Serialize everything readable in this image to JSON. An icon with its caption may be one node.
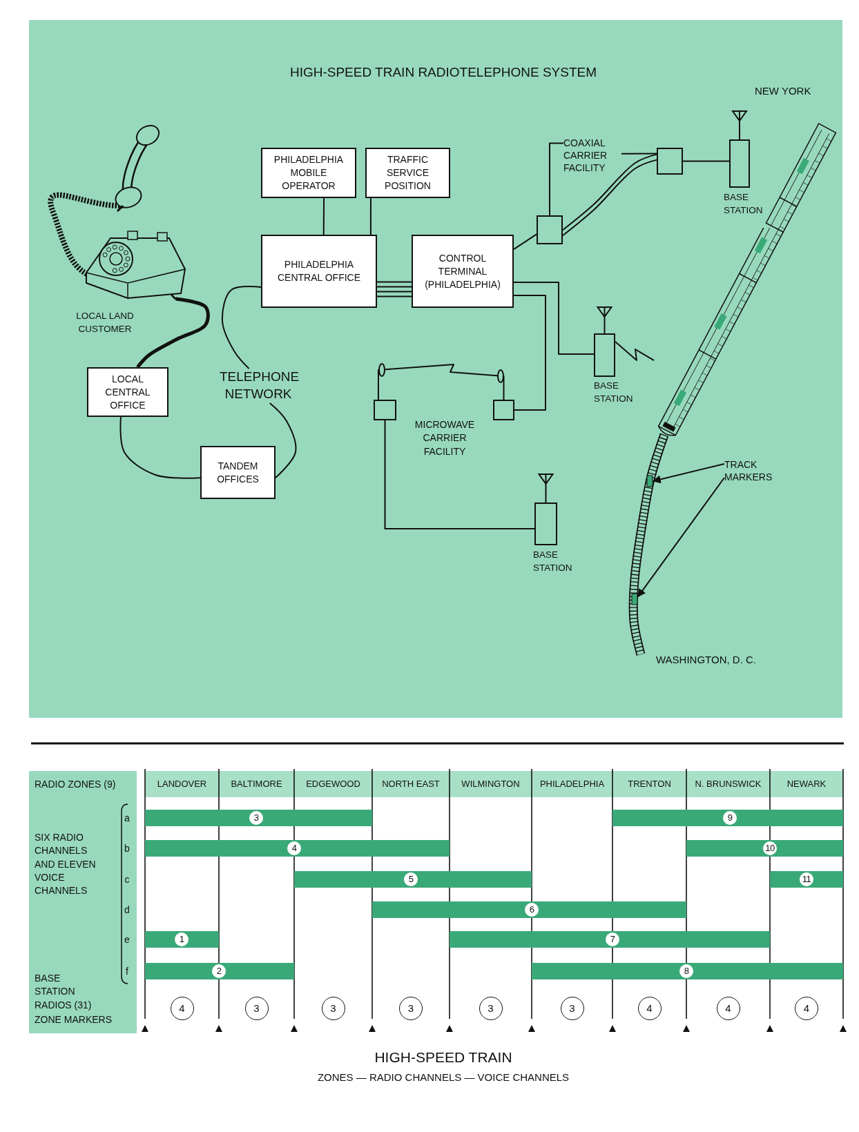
{
  "diagram": {
    "title": "HIGH-SPEED TRAIN RADIOTELEPHONE SYSTEM",
    "caption": "HIGH-SPEED TRAIN",
    "nodes": [
      {
        "text": [],
        "shape": "picture",
        "beside": [
          "LOCAL LAND CUSTOMER"
        ]
      },
      {
        "text": [
          "PHILADELPHIA MOBILE OPERATOR"
        ]
      },
      {
        "text": [
          "TRAFFIC SERVICE POSITION"
        ]
      },
      {
        "text": [
          "PHILADELPHIA CENTRAL OFFICE"
        ]
      },
      {
        "text": [
          "CONTROL TERMINAL (PHILADELPHIA)"
        ]
      },
      {
        "text": [
          "COAXIAL CARRIER FACILITY"
        ]
      },
      {
        "text": [],
        "shape": "box"
      },
      {
        "text": [],
        "shape": "box"
      },
      {
        "text": [],
        "shape": "box",
        "beside": [
          "BASE STATION"
        ]
      },
      {
        "text": [],
        "shape": "picture"
      },
      {
        "text": [
          "LOCAL CENTRAL OFFICE"
        ]
      },
      {
        "text": [
          "TELEPHONE NETWORK"
        ]
      },
      {
        "text": [],
        "shape": "box",
        "beside": [
          "BASE STATION"
        ]
      },
      {
        "text": [],
        "shape": "box"
      },
      {
        "text": [],
        "shape": "box"
      },
      {
        "text": [
          "TANDEM OFFICES"
        ]
      },
      {
        "text": [
          "TRACK MARKERS"
        ]
      },
      {
        "text": [],
        "shape": "box"
      },
      {
        "text": [],
        "shape": "box",
        "beside": [
          "BASE STATION"
        ]
      },
      {
        "text": [],
        "shape": "box"
      },
      {
        "text": [
          "3"
        ]
      },
      {
        "text": [
          "9"
        ]
      },
      {
        "text": [
          "4"
        ]
      },
      {
        "text": [
          "10"
        ]
      },
      {
        "text": [
          "5"
        ]
      },
      {
        "text": [
          "11"
        ]
      },
      {
        "text": [
          "6"
        ]
      },
      {
        "text": [
          "1"
        ]
      },
      {
        "text": [
          "7"
        ]
      },
      {
        "text": [
          "2"
        ]
      },
      {
        "text": [
          "8"
        ]
      },
      {
        "text": [
          "4"
        ]
      },
      {
        "text": [
          "3"
        ]
      },
      {
        "text": [
          "3"
        ]
      },
      {
        "text": [
          "3"
        ]
      },
      {
        "text": [
          "3"
        ]
      },
      {
        "text": [
          "3"
        ]
      },
      {
        "text": [
          "4"
        ]
      },
      {
        "text": [
          "4"
        ]
      },
      {
        "text": [
          "4"
        ]
      }
    ],
    "edges": [
      {
        "from": 0,
        "to": 10,
        "arrow": "none",
        "style": "thick"
      },
      {
        "from": 1,
        "to": 3,
        "arrow": "none"
      },
      {
        "from": 2,
        "to": 3,
        "arrow": "none"
      },
      {
        "from": 3,
        "to": 4,
        "arrow": "none"
      },
      {
        "from": 3,
        "to": 11,
        "arrow": "none"
      },
      {
        "from": 11,
        "to": 15,
        "arrow": "none"
      },
      {
        "from": 10,
        "to": 15,
        "arrow": "none"
      },
      {
        "from": 4,
        "to": 6,
        "arrow": "none"
      },
      {
        "from": 6,
        "to": 7,
        "arrow": "none"
      },
      {
        "from": 5,
        "to": 6,
        "arrow": "none"
      },
      {
        "from": 5,
        "to": 7,
        "arrow": "none"
      },
      {
        "from": 7,
        "to": 8,
        "arrow": "none"
      },
      {
        "from": 4,
        "to": 12,
        "arrow": "none"
      },
      {
        "from": 12,
        "to": 9,
        "arrow": "none"
      },
      {
        "from": 4,
        "to": 14,
        "arrow": "none"
      },
      {
        "from": 14,
        "to": 13,
        "arrow": "none"
      },
      {
        "from": 13,
        "to": 18,
        "arrow": "none"
      },
      {
        "from": 16,
        "to": 17,
        "arrow": "to"
      },
      {
        "from": 16,
        "to": 19,
        "arrow": "to"
      }
    ],
    "labels": [
      "NEW YORK",
      "MICROWAVE CARRIER FACILITY",
      "WASHINGTON, D. C.",
      "RADIO ZONES (9)",
      "LANDOVER",
      "BALTIMORE",
      "EDGEWOOD",
      "NORTH EAST",
      "WILMINGTON",
      "PHILADELPHIA",
      "TRENTON",
      "N. BRUNSWICK",
      "NEWARK",
      "SIX RADIO CHANNELS AND ELEVEN VOICE CHANNELS",
      "a",
      "b",
      "c",
      "d",
      "e",
      "f",
      "BASE STATION RADIOS (31)",
      "ZONE MARKERS",
      "ZONES — RADIO CHANNELS — VOICE CHANNELS"
    ]
  }
}
